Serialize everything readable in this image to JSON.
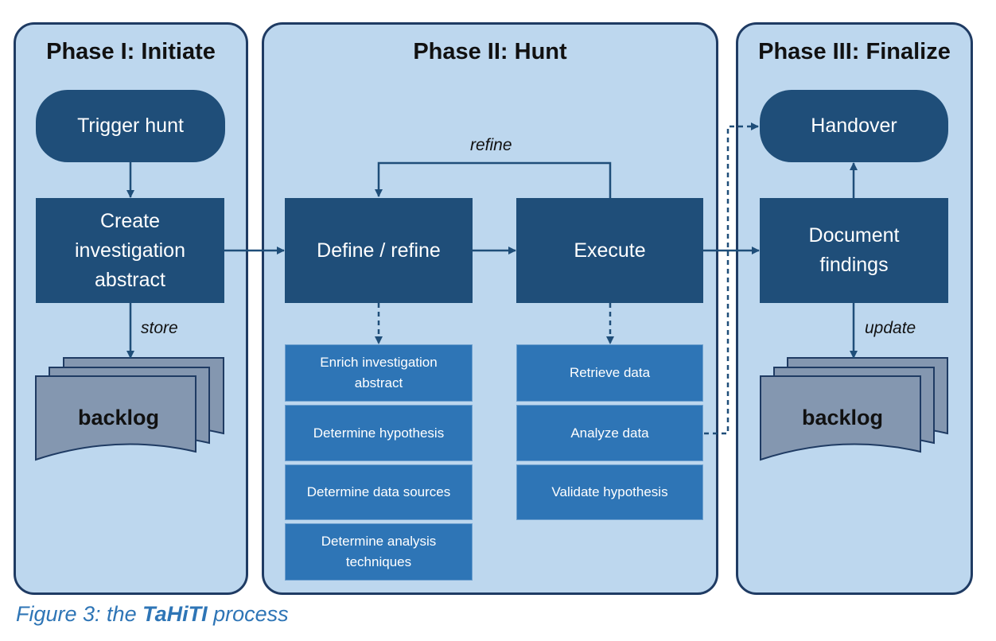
{
  "phases": {
    "initiate": "Phase I: Initiate",
    "hunt": "Phase II: Hunt",
    "finalize": "Phase III: Finalize"
  },
  "nodes": {
    "trigger": "Trigger hunt",
    "create": "Create investigation abstract",
    "define": "Define / refine",
    "execute": "Execute",
    "handover": "Handover",
    "document": "Document findings"
  },
  "define_steps": [
    "Enrich investigation abstract",
    "Determine hypothesis",
    "Determine data sources",
    "Determine analysis techniques"
  ],
  "execute_steps": [
    "Retrieve data",
    "Analyze data",
    "Validate hypothesis"
  ],
  "labels": {
    "store": "store",
    "refine": "refine",
    "update": "update",
    "backlog_left": "backlog",
    "backlog_right": "backlog"
  },
  "caption": {
    "prefix": "Figure 3: the ",
    "bold": "TaHiTI",
    "suffix": " process"
  },
  "colors": {
    "panel": "#bdd7ee",
    "panel_border": "#1f3b63",
    "node": "#1f4e79",
    "sub_node": "#2e75b6",
    "backlog": "#8497b0",
    "arrow": "#1f4e79",
    "caption": "#2e75b6"
  }
}
